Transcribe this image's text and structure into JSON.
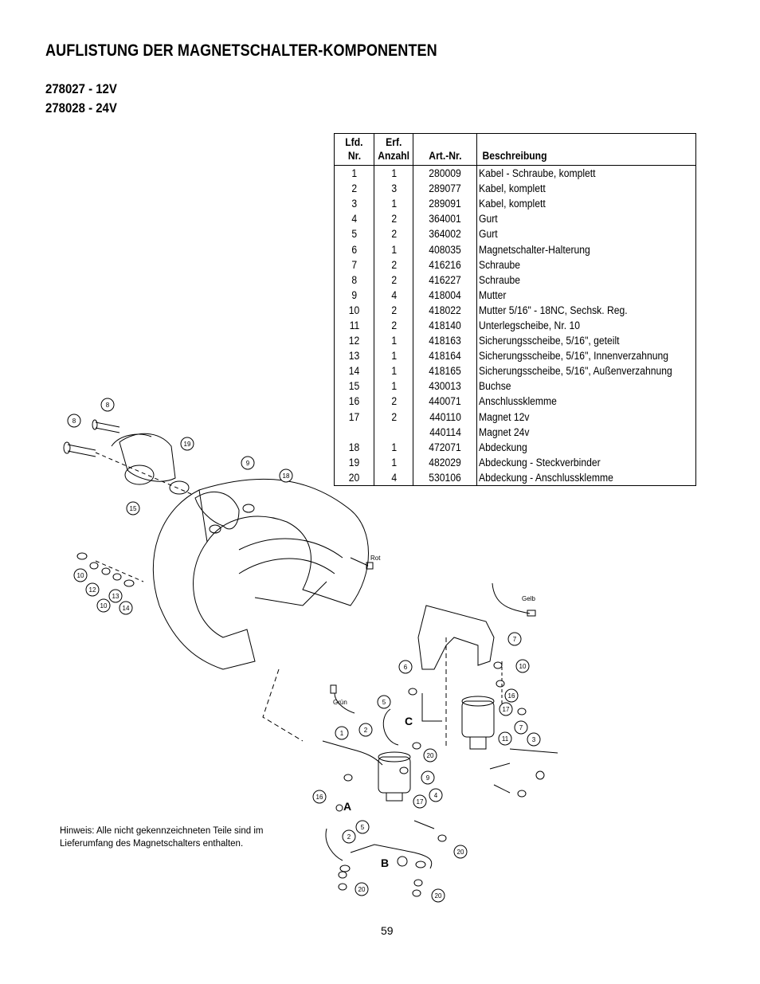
{
  "title": "AUFLISTUNG DER MAGNETSCHALTER-KOMPONENTEN",
  "models": [
    "278027 - 12V",
    "278028 - 24V"
  ],
  "table": {
    "headers": {
      "nr": "Lfd. Nr.",
      "qty": "Erf. Anzahl",
      "part": "Art.-Nr.",
      "desc": "Beschreibung"
    },
    "header_lines": {
      "nr": [
        "Lfd.",
        "Nr."
      ],
      "qty": [
        "Erf.",
        "Anzahl"
      ]
    },
    "rows": [
      {
        "nr": "1",
        "qty": "1",
        "part": "280009",
        "desc": "Kabel - Schraube, komplett"
      },
      {
        "nr": "2",
        "qty": "3",
        "part": "289077",
        "desc": "Kabel, komplett"
      },
      {
        "nr": "3",
        "qty": "1",
        "part": "289091",
        "desc": "Kabel, komplett"
      },
      {
        "nr": "4",
        "qty": "2",
        "part": "364001",
        "desc": "Gurt"
      },
      {
        "nr": "5",
        "qty": "2",
        "part": "364002",
        "desc": "Gurt"
      },
      {
        "nr": "6",
        "qty": "1",
        "part": "408035",
        "desc": "Magnetschalter-Halterung"
      },
      {
        "nr": "7",
        "qty": "2",
        "part": "416216",
        "desc": "Schraube"
      },
      {
        "nr": "8",
        "qty": "2",
        "part": "416227",
        "desc": "Schraube"
      },
      {
        "nr": "9",
        "qty": "4",
        "part": "418004",
        "desc": "Mutter"
      },
      {
        "nr": "10",
        "qty": "2",
        "part": "418022",
        "desc": "Mutter 5/16\" - 18NC, Sechsk. Reg."
      },
      {
        "nr": "11",
        "qty": "2",
        "part": "418140",
        "desc": "Unterlegscheibe, Nr. 10"
      },
      {
        "nr": "12",
        "qty": "1",
        "part": "418163",
        "desc": "Sicherungsscheibe, 5/16\", geteilt"
      },
      {
        "nr": "13",
        "qty": "1",
        "part": "418164",
        "desc": "Sicherungsscheibe, 5/16\", Innenverzahnung"
      },
      {
        "nr": "14",
        "qty": "1",
        "part": "418165",
        "desc": "Sicherungsscheibe, 5/16\", Außenverzahnung"
      },
      {
        "nr": "15",
        "qty": "1",
        "part": "430013",
        "desc": "Buchse"
      },
      {
        "nr": "16",
        "qty": "2",
        "part": "440071",
        "desc": "Anschlussklemme"
      },
      {
        "nr": "17",
        "qty": "2",
        "part": "440110",
        "desc": "Magnet 12v"
      },
      {
        "nr": "",
        "qty": "",
        "part": "440114",
        "desc": "Magnet 24v"
      },
      {
        "nr": "18",
        "qty": "1",
        "part": "472071",
        "desc": "Abdeckung"
      },
      {
        "nr": "19",
        "qty": "1",
        "part": "482029",
        "desc": "Abdeckung - Steckverbinder"
      },
      {
        "nr": "20",
        "qty": "4",
        "part": "530106",
        "desc": "Abdeckung - Anschlussklemme"
      }
    ]
  },
  "diagram": {
    "wire_labels": {
      "rot": "Rot",
      "gelb": "Gelb",
      "gruen": "Grün"
    },
    "group_letters": {
      "a": "A",
      "b": "B",
      "c": "C"
    },
    "callouts": [
      "8",
      "8",
      "19",
      "9",
      "18",
      "15",
      "10",
      "12",
      "13",
      "10",
      "14",
      "6",
      "7",
      "10",
      "16",
      "17",
      "7",
      "3",
      "11",
      "5",
      "1",
      "2",
      "20",
      "9",
      "4",
      "17",
      "16",
      "5",
      "2",
      "20",
      "20",
      "20"
    ]
  },
  "note": {
    "line1": "Hinweis: Alle nicht gekennzeichneten Teile sind im",
    "line2": "Lieferumfang des Magnetschalters enthalten."
  },
  "page_number": "59",
  "colors": {
    "ink": "#000000",
    "paper": "#ffffff"
  }
}
